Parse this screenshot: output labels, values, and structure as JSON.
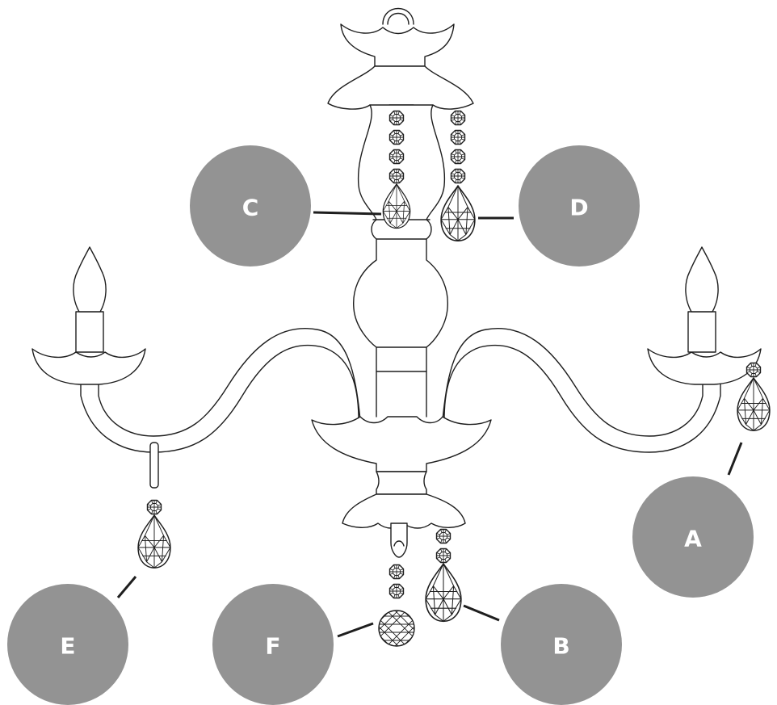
{
  "labels": {
    "A": "A",
    "B": "B",
    "C": "C",
    "D": "D",
    "E": "E",
    "F": "F"
  },
  "colors": {
    "bubble": "#939393",
    "line": "#1e1e1e",
    "background": "#ffffff"
  },
  "icons": {
    "octagon_bead": "octagon-crystal-bead-icon",
    "pendant": "teardrop-crystal-pendant-icon",
    "ball": "crystal-ball-pendant-icon"
  }
}
